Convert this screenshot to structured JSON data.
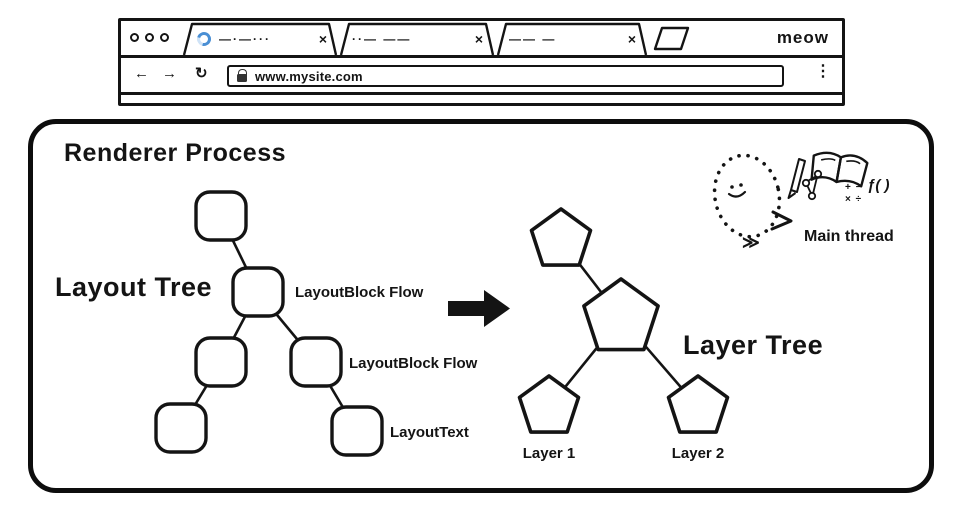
{
  "browser": {
    "tabs": [
      {
        "title": "—·—···",
        "close": "×"
      },
      {
        "title": "··— ——",
        "close": "×"
      },
      {
        "title": "—— —",
        "close": "×"
      }
    ],
    "brand": "meow",
    "nav": {
      "back": "←",
      "forward": "→",
      "reload": "↻",
      "menu": "⋮"
    },
    "url": {
      "value": "www.mysite.com"
    }
  },
  "renderer": {
    "title": "Renderer Process",
    "layout_tree": {
      "label": "Layout Tree",
      "annotations": [
        "LayoutBlock Flow",
        "LayoutBlock Flow",
        "LayoutText"
      ]
    },
    "layer_tree": {
      "label": "Layer Tree",
      "layers": [
        "Layer 1",
        "Layer 2"
      ]
    },
    "main_thread": {
      "label": "Main thread",
      "fn": "ƒ( )",
      "math_top": "+ −",
      "math_bottom": "× ÷",
      "chevrons": "≫"
    }
  },
  "colors": {
    "ink": "#141414",
    "spinner_blue": "#4a8fd4"
  }
}
